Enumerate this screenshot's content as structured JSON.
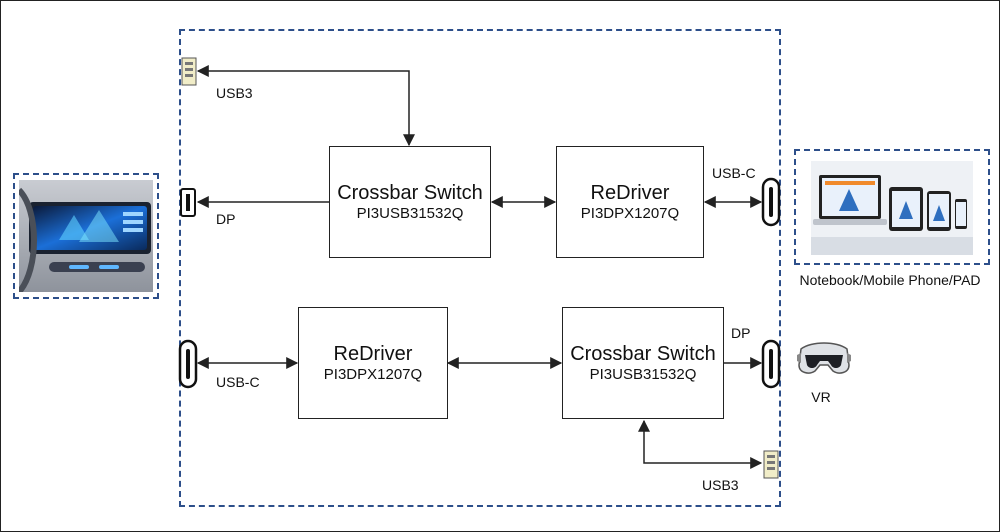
{
  "blocks": {
    "crossbar_top": {
      "title": "Crossbar Switch",
      "part": "PI3USB31532Q"
    },
    "redriver_top": {
      "title": "ReDriver",
      "part": "PI3DPX1207Q"
    },
    "redriver_bottom": {
      "title": "ReDriver",
      "part": "PI3DPX1207Q"
    },
    "crossbar_bottom": {
      "title": "Crossbar Switch",
      "part": "PI3USB31532Q"
    }
  },
  "labels": {
    "usb3_top": "USB3",
    "dp_left": "DP",
    "usbc_top_right": "USB-C",
    "usbc_bottom_left": "USB-C",
    "dp_right": "DP",
    "usb3_bottom": "USB3"
  },
  "devices": {
    "right_caption": "Notebook/Mobile Phone/PAD",
    "vr_caption": "VR"
  },
  "colors": {
    "dashed_border": "#2d4f8a",
    "line": "#222222",
    "screen_blue": "#1b6fd8",
    "dashboard_dark": "#1a2230"
  }
}
